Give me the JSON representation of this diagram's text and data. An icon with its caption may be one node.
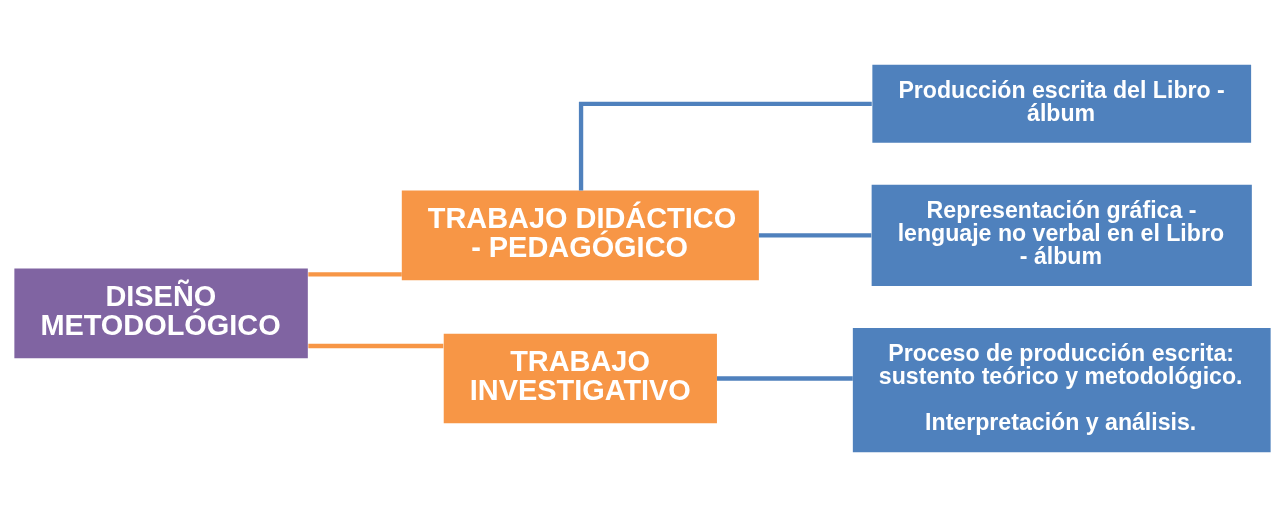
{
  "diagram": {
    "nodes": [
      {
        "text": [
          "DISEÑO METODOLÓGICO"
        ]
      },
      {
        "text": [
          "TRABAJO DIDÁCTICO - PEDAGÓGICO"
        ]
      },
      {
        "text": [
          "TRABAJO INVESTIGATIVO"
        ]
      },
      {
        "text": [
          "Producción escrita del Libro - álbum"
        ]
      },
      {
        "text": [
          "Representación gráfica - lenguaje no verbal en el Libro  - álbum"
        ]
      },
      {
        "text": [
          "Proceso de producción escrita: sustento teórico y metodológico.",
          "Interpretación y análisis."
        ]
      }
    ],
    "edges": [
      {
        "from": 0,
        "to": 1,
        "arrow": "none",
        "color": "#f79646"
      },
      {
        "from": 0,
        "to": 2,
        "arrow": "none",
        "color": "#f79646"
      },
      {
        "from": 1,
        "to": 3,
        "arrow": "none",
        "color": "#4f81bd"
      },
      {
        "from": 1,
        "to": 4,
        "arrow": "none",
        "color": "#4f81bd"
      },
      {
        "from": 2,
        "to": 5,
        "arrow": "none",
        "color": "#4f81bd"
      }
    ]
  }
}
